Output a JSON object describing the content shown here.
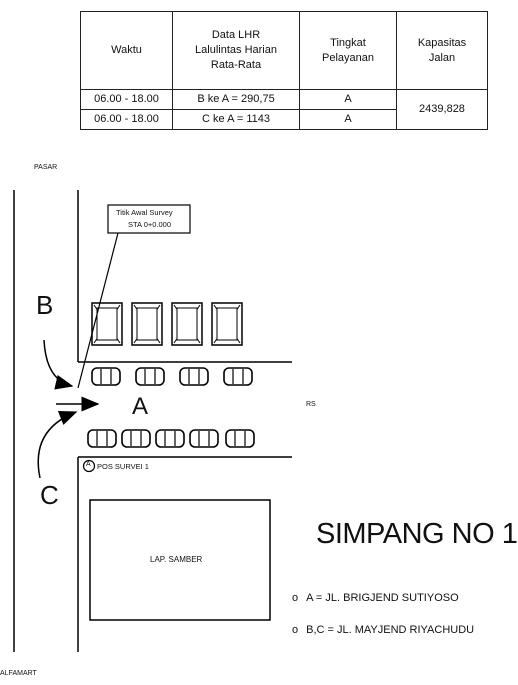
{
  "table": {
    "headers": [
      "Waktu",
      "Data LHR\nLalulintas Harian\nRata-Rata",
      "Tingkat\nPelayanan",
      "Kapasitas\nJalan"
    ],
    "rows": [
      {
        "waktu": "06.00 - 18.00",
        "lhr": "B ke A = 290,75",
        "pelayanan": "A"
      },
      {
        "waktu": "06.00 - 18.00",
        "lhr": "C ke A = 1143",
        "pelayanan": "A"
      }
    ],
    "kapasitas": "2439,828"
  },
  "labels": {
    "pasar": "PASAR",
    "alfamart": "ALFAMART",
    "rs": "RS",
    "survey_line1": "Titik Awal Survey",
    "survey_line2": "STA 0+0.000",
    "b": "B",
    "c": "C",
    "a": "A",
    "pos_marker": "A",
    "pos_survei": "POS SURVEI 1",
    "lap_samber": "LAP. SAMBER"
  },
  "title": "SIMPANG NO 1",
  "legend": [
    {
      "bullet": "o",
      "text": "A = JL. BRIGJEND SUTIYOSO"
    },
    {
      "bullet": "o",
      "text": "B,C = JL. MAYJEND RIYACHUDU"
    }
  ]
}
